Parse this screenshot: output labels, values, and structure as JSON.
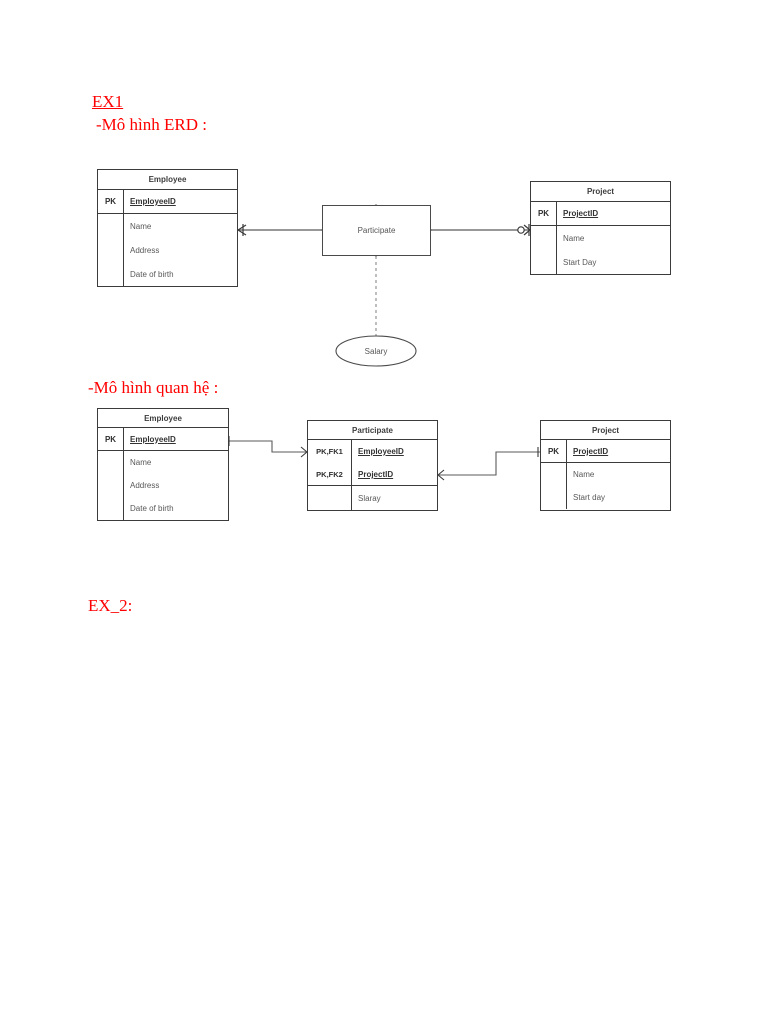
{
  "document": {
    "headings": {
      "ex1": "EX1",
      "erd_model": "-Mô hình ERD :",
      "relational_model": "-Mô hình quan hệ :",
      "ex2": "EX_2:"
    },
    "colors": {
      "heading_red": "#ff0000",
      "shape_border": "#3b3b3b",
      "text_gray": "#585858",
      "line_gray": "#5a5a5a"
    }
  },
  "erd": {
    "employee": {
      "title": "Employee",
      "key_label": "PK",
      "pk_field": "EmployeeID",
      "fields": [
        "Name",
        "Address",
        "Date of birth"
      ]
    },
    "relationship": {
      "label": "Participate",
      "attribute": "Salary"
    },
    "project": {
      "title": "Project",
      "key_label": "PK",
      "pk_field": "ProjectID",
      "fields": [
        "Name",
        "Start Day"
      ]
    }
  },
  "relational": {
    "employee": {
      "title": "Employee",
      "key_label": "PK",
      "pk_field": "EmployeeID",
      "fields": [
        "Name",
        "Address",
        "Date of birth"
      ]
    },
    "participate": {
      "title": "Participate",
      "key_label_1": "PK,FK1",
      "key_field_1": "EmployeeID",
      "key_label_2": "PK,FK2",
      "key_field_2": "ProjectID",
      "fields": [
        "Slaray"
      ]
    },
    "project": {
      "title": "Project",
      "key_label": "PK",
      "pk_field": "ProjectID",
      "fields": [
        "Name",
        "Start day"
      ]
    }
  }
}
